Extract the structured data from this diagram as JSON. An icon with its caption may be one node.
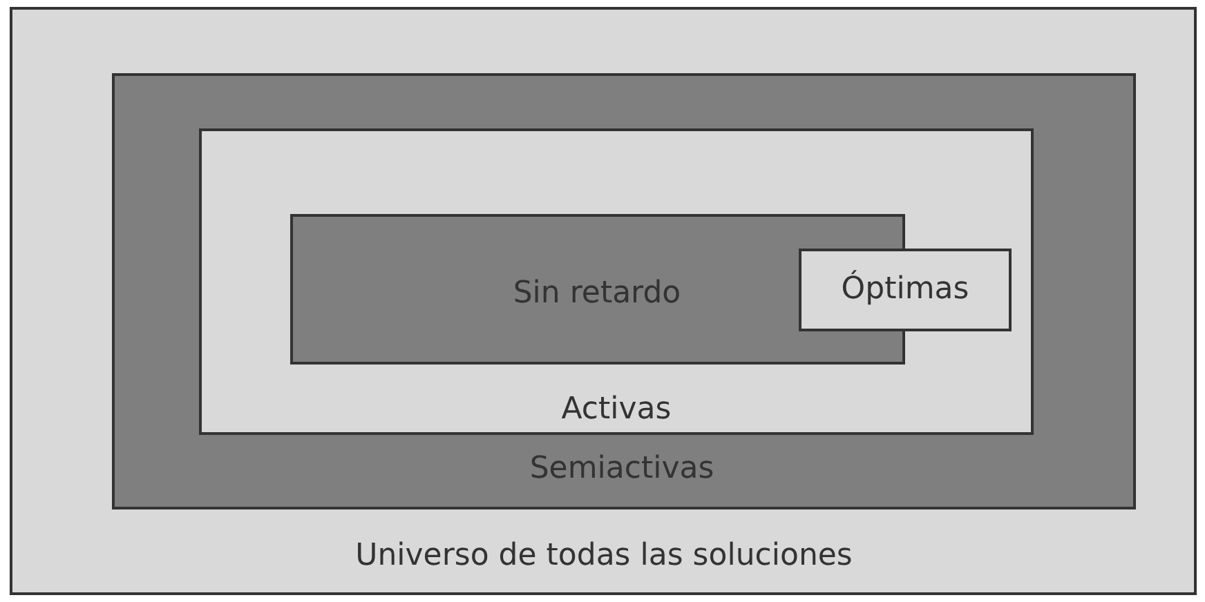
{
  "diagram": {
    "nodes": [
      {
        "text": [
          "Universo de todas las soluciones"
        ]
      },
      {
        "text": [
          "Semiactivas"
        ],
        "in": 0
      },
      {
        "text": [
          "Activas"
        ],
        "in": 1
      },
      {
        "text": [
          "Sin retardo"
        ],
        "in": 2
      },
      {
        "text": [
          "Óptimas"
        ],
        "in": 2
      }
    ]
  }
}
